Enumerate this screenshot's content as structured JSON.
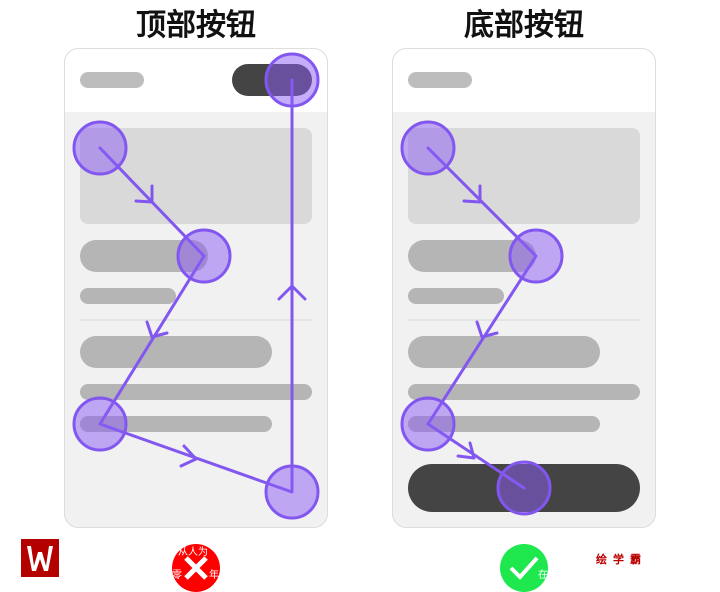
{
  "titles": {
    "left": "顶部按钮",
    "right": "底部按钮"
  },
  "verdict": {
    "left": "wrong",
    "right": "correct"
  },
  "colors": {
    "accent": "#8b5cf6",
    "wrong": "#ff0000",
    "correct": "#1ee84e",
    "dark_button": "#444444"
  },
  "watermark": {
    "a": "从人为",
    "b": "零",
    "c": "年",
    "d": "在",
    "brand": "绘学霸"
  }
}
